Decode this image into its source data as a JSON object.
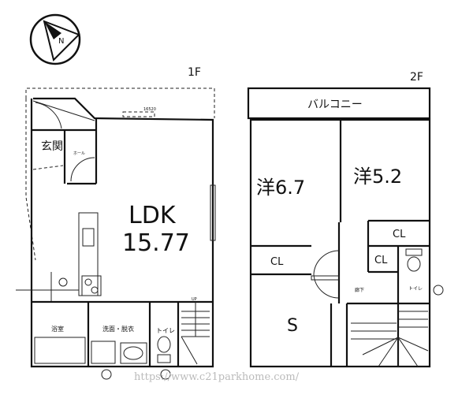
{
  "compass": {
    "label": "N"
  },
  "floor1": {
    "title": "1F",
    "dimension": "16520",
    "rooms": {
      "entrance": "玄関",
      "hall": "ホール",
      "ldk_name": "LDK",
      "ldk_size": "15.77",
      "bath": "浴室",
      "washroom": "洗面・脱衣",
      "toilet": "トイレ",
      "stairs_up": "UP"
    }
  },
  "floor2": {
    "title": "2F",
    "rooms": {
      "balcony": "バルコニー",
      "western1": "洋6.7",
      "western2": "洋5.2",
      "closet_a": "CL",
      "closet_b": "CL",
      "closet_c": "CL",
      "storage": "S",
      "corridor": "廊下",
      "toilet": "トイレ"
    }
  },
  "watermark": "https://www.c21parkhome.com/"
}
